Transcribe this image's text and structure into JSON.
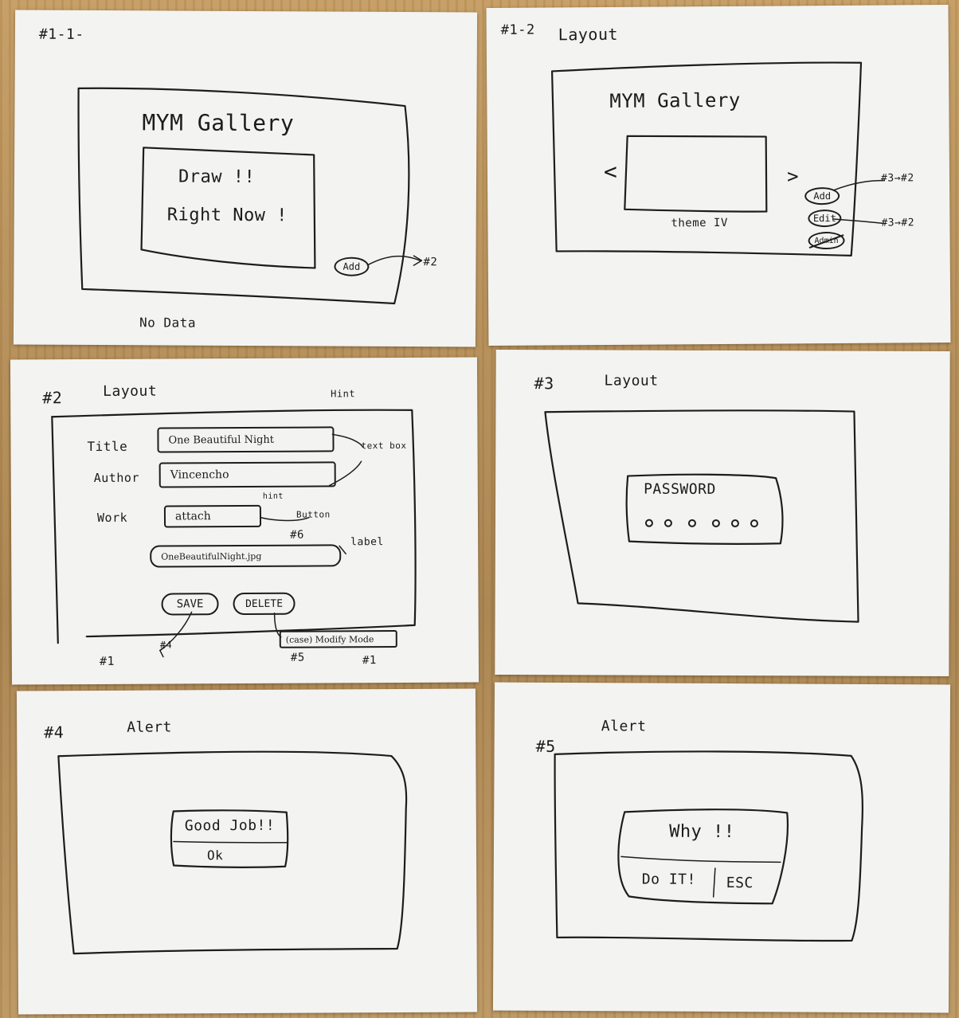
{
  "sheets": {
    "s11": {
      "id_label": "#1-1-",
      "app_title": "MYM Gallery",
      "empty_line1": "Draw !!",
      "empty_line2": "Right Now !",
      "add_button": "Add",
      "add_target": "#2",
      "footer_note": "No Data"
    },
    "s12": {
      "id_label": "#1-2",
      "kind_label": "Layout",
      "app_title": "MYM Gallery",
      "prev_arrow": "<",
      "next_arrow": ">",
      "caption": "theme IV",
      "add_button": "Add",
      "edit_button": "Edit",
      "admin_button": "Admin",
      "add_target": "#3→#2",
      "edit_target": "#3→#2"
    },
    "s2": {
      "id_label": "#2",
      "kind_label": "Layout",
      "hint_note": "Hint",
      "textbox_note": "text box",
      "title_label": "Title",
      "title_value": "One Beautiful Night",
      "author_label": "Author",
      "author_value": "Vincencho",
      "hint_note2": "hint",
      "work_label": "Work",
      "attach_button": "attach",
      "button_note": "Button",
      "attach_target": "#6",
      "file_value": "OneBeautifulNight.jpg",
      "label_note": "label",
      "save_button": "SAVE",
      "delete_button": "DELETE",
      "save_target_code": "#4",
      "save_target": "#1",
      "delete_case": "(case) Modify Mode",
      "delete_target_code": "#5",
      "delete_target": "#1"
    },
    "s3": {
      "id_label": "#3",
      "kind_label": "Layout",
      "password_label": "PASSWORD"
    },
    "s4": {
      "id_label": "#4",
      "kind_label": "Alert",
      "message": "Good Job!!",
      "ok_button": "Ok"
    },
    "s5": {
      "id_label": "#5",
      "kind_label": "Alert",
      "message": "Why !!",
      "confirm_button": "Do IT!",
      "cancel_button": "ESC"
    }
  },
  "colors": {
    "ink": "#1d1d1d",
    "paper": "#f3f3f1",
    "table": "#b8935c"
  },
  "password_dots": {
    "count": 6
  }
}
